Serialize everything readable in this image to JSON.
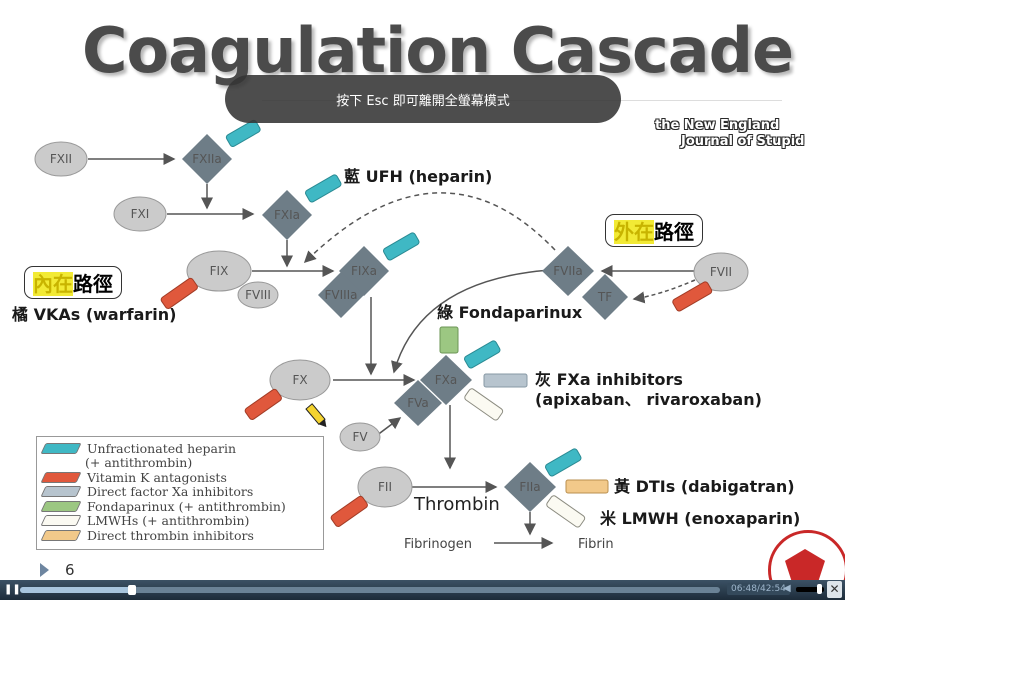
{
  "slide": {
    "title": "Coagulation Cascade",
    "journal_line1": "the New England",
    "journal_line2": "Journal of Stupid",
    "page_number": "6"
  },
  "toast": {
    "text": "按下 Esc 即可離開全螢幕模式"
  },
  "pathways": {
    "intrinsic": {
      "hl": "內在",
      "rest": "路徑"
    },
    "extrinsic": {
      "hl": "外在",
      "rest": "路徑"
    }
  },
  "factors": {
    "fxii": "FXII",
    "fxiia": "FXIIa",
    "fxi": "FXI",
    "fxia": "FXIa",
    "fix": "FIX",
    "fixa": "FIXa",
    "fviii": "FVIII",
    "fviiia": "FVIIIa",
    "fviia": "FVIIa",
    "tf": "TF",
    "fvii": "FVII",
    "fx": "FX",
    "fxa": "FXa",
    "fva": "FVa",
    "fv": "FV",
    "fii": "FII",
    "fiia": "FIIa"
  },
  "annotations": {
    "ufh": "藍 UFH (heparin)",
    "vkas": "橘 VKAs (warfarin)",
    "fondaparinux": "綠 Fondaparinux",
    "fxa_inhibitors_1": "灰 FXa inhibitors",
    "fxa_inhibitors_2": "(apixaban、 rivaroxaban)",
    "dtis": "黃 DTIs (dabigatran)",
    "lmwh": "米 LMWH (enoxaparin)",
    "thrombin": "Thrombin",
    "fibrinogen": "Fibrinogen",
    "fibrin": "Fibrin"
  },
  "legend": [
    {
      "label": "Unfractionated heparin",
      "color": "#3fb8c4"
    },
    {
      "label": "(+ antithrombin)",
      "color": ""
    },
    {
      "label": "Vitamin K antagonists",
      "color": "#e0583c"
    },
    {
      "label": "Direct factor Xa inhibitors",
      "color": "#b7c4ce"
    },
    {
      "label": "Fondaparinux (+ antithrombin)",
      "color": "#9cc782"
    },
    {
      "label": "LMWHs (+ antithrombin)",
      "color": "#fbfaf2"
    },
    {
      "label": "Direct thrombin inhibitors",
      "color": "#f2c98a"
    }
  ],
  "player": {
    "time": "06:48/42:54",
    "progress": 0.16
  },
  "colors": {
    "heparin": "#3fb8c4",
    "vka": "#e0583c",
    "fxa_inhib": "#b7c4ce",
    "fondaparinux": "#9cc782",
    "lmwh": "#fbfaf2",
    "dti": "#f2c98a",
    "factor_circle": "#cbcbcb",
    "active_diamond": "#6e7d87"
  }
}
